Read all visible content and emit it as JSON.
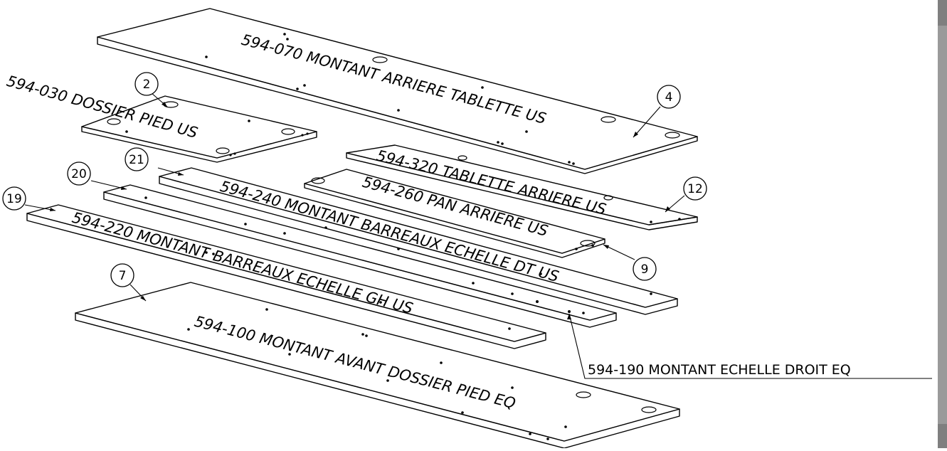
{
  "parts": [
    {
      "id": "montant-arriere-tablette",
      "label": "594-070 MONTANT ARRIERE TABLETTE US",
      "item": "4"
    },
    {
      "id": "dossier-pied",
      "label": "594-030 DOSSIER PIED US",
      "item": "2"
    },
    {
      "id": "tablette-arriere",
      "label": "594-320 TABLETTE ARRIERE US",
      "item": "12"
    },
    {
      "id": "pan-arriere",
      "label": "594-260 PAN ARRIERE US",
      "item": "9"
    },
    {
      "id": "montant-barreaux-dt",
      "label": "594-240 MONTANT BARREAUX ECHELLE DT US",
      "item": "21"
    },
    {
      "id": "montant-echelle-droit",
      "label": "594-190 MONTANT ECHELLE DROIT EQ",
      "item": "20"
    },
    {
      "id": "montant-barreaux-gh",
      "label": "594-220 MONTANT BARREAUX ECHELLE GH US",
      "item": "19"
    },
    {
      "id": "montant-avant-dossier",
      "label": "594-100 MONTANT AVANT DOSSIER PIED EQ",
      "item": "7"
    }
  ],
  "colors": {
    "line": "#000000",
    "background": "#ffffff",
    "border": "#7f7f7f"
  }
}
